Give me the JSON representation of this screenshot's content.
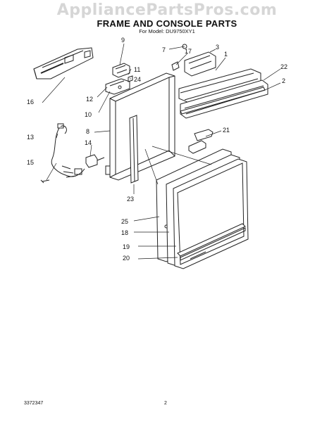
{
  "watermark": "AppliancePartsPros.com",
  "title": "FRAME AND CONSOLE PARTS",
  "subtitle": "For Model: DU9750XY1",
  "callouts": {
    "c1": "1",
    "c2": "2",
    "c3": "3",
    "c7": "7",
    "c8": "8",
    "c9": "9",
    "c10": "10",
    "c11": "11",
    "c12": "12",
    "c13": "13",
    "c14": "14",
    "c15": "15",
    "c16": "16",
    "c17": "17",
    "c18": "18",
    "c19": "19",
    "c20": "20",
    "c21": "21",
    "c22": "22",
    "c23": "23",
    "c24": "24",
    "c25": "25"
  },
  "footer": {
    "doc_number": "3372347",
    "page_number": "2"
  }
}
